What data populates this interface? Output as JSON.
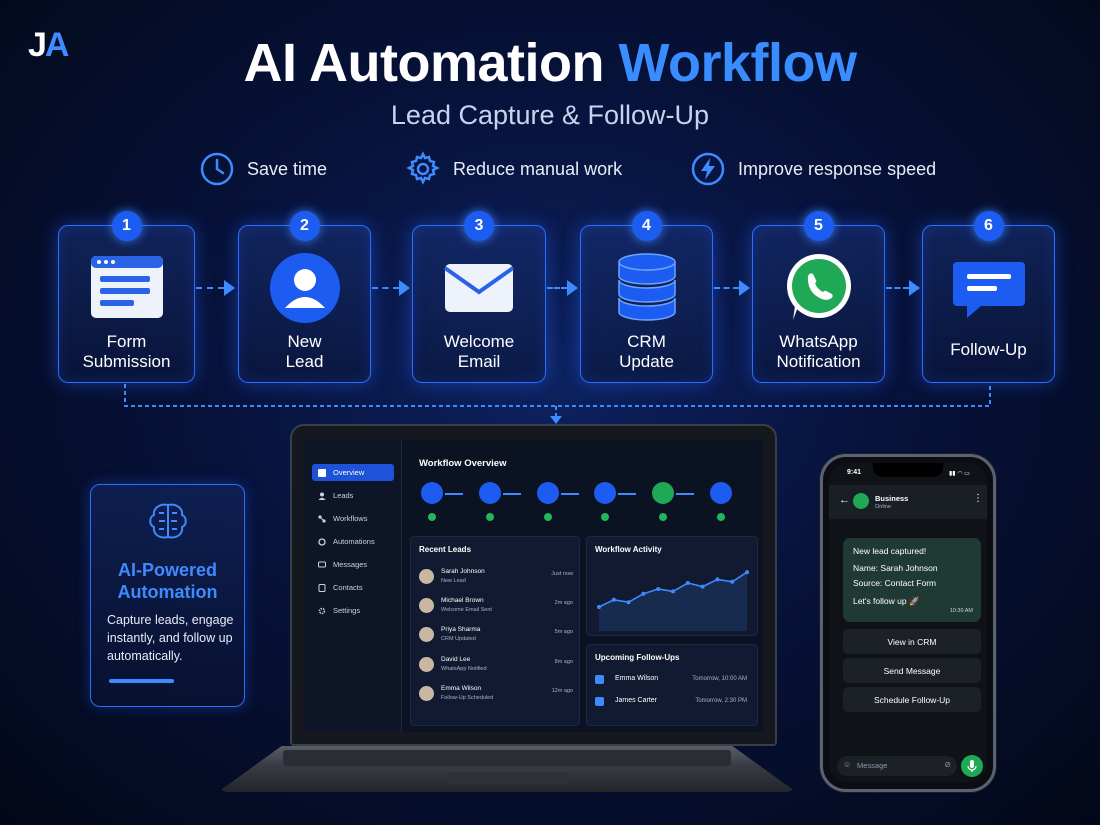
{
  "logo": {
    "j": "J",
    "a": "A"
  },
  "title": {
    "main": "AI Automation",
    "highlight": "Workflow"
  },
  "subtitle": "Lead Capture & Follow-Up",
  "benefits": [
    {
      "icon": "clock-icon",
      "label": "Save time"
    },
    {
      "icon": "gear-icon",
      "label": "Reduce manual work"
    },
    {
      "icon": "lightning-icon",
      "label": "Improve response speed"
    }
  ],
  "steps": [
    {
      "num": "1",
      "line1": "Form",
      "line2": "Submission",
      "icon": "form-icon"
    },
    {
      "num": "2",
      "line1": "New",
      "line2": "Lead",
      "icon": "user-icon"
    },
    {
      "num": "3",
      "line1": "Welcome",
      "line2": "Email",
      "icon": "envelope-icon"
    },
    {
      "num": "4",
      "line1": "CRM",
      "line2": "Update",
      "icon": "database-icon"
    },
    {
      "num": "5",
      "line1": "WhatsApp",
      "line2": "Notification",
      "icon": "whatsapp-icon"
    },
    {
      "num": "6",
      "line1": "Follow-Up",
      "line2": "",
      "icon": "chat-bubble-icon"
    }
  ],
  "ai_card": {
    "title_line1": "AI-Powered",
    "title_line2": "Automation",
    "desc": "Capture leads, engage instantly, and follow up automatically."
  },
  "dashboard": {
    "nav": [
      "Overview",
      "Leads",
      "Workflows",
      "Automations",
      "Messages",
      "Contacts",
      "Settings"
    ],
    "overview_title": "Workflow Overview",
    "recent_leads_title": "Recent Leads",
    "leads": [
      {
        "name": "Sarah Johnson",
        "status": "New Lead",
        "time": "Just now"
      },
      {
        "name": "Michael Brown",
        "status": "Welcome Email Sent",
        "time": "2m ago"
      },
      {
        "name": "Priya Sharma",
        "status": "CRM Updated",
        "time": "5m ago"
      },
      {
        "name": "David Lee",
        "status": "WhatsApp Notified",
        "time": "8m ago"
      },
      {
        "name": "Emma Wilson",
        "status": "Follow-Up Scheduled",
        "time": "12m ago"
      }
    ],
    "activity_title": "Workflow Activity",
    "followups_title": "Upcoming Follow-Ups",
    "followups": [
      {
        "name": "Emma Wilson",
        "time": "Tomorrow, 10:00 AM"
      },
      {
        "name": "James Carter",
        "time": "Tomorrow, 2:30 PM"
      }
    ]
  },
  "chart_data": {
    "type": "line",
    "title": "Workflow Activity",
    "values": [
      30,
      42,
      38,
      52,
      60,
      56,
      70,
      64,
      76,
      72,
      88
    ]
  },
  "phone": {
    "time": "9:41",
    "contact_name": "Business",
    "contact_status": "Online",
    "message_lines": [
      "New lead captured!",
      "Name: Sarah Johnson",
      "Source: Contact Form",
      "Let's follow up 🚀"
    ],
    "message_time": "10:30 AM",
    "buttons": [
      "View in CRM",
      "Send Message",
      "Schedule Follow-Up"
    ],
    "input_placeholder": "Message"
  },
  "colors": {
    "accent": "#3d8bff",
    "whatsapp": "#1fa855",
    "bg": "#07123a"
  }
}
